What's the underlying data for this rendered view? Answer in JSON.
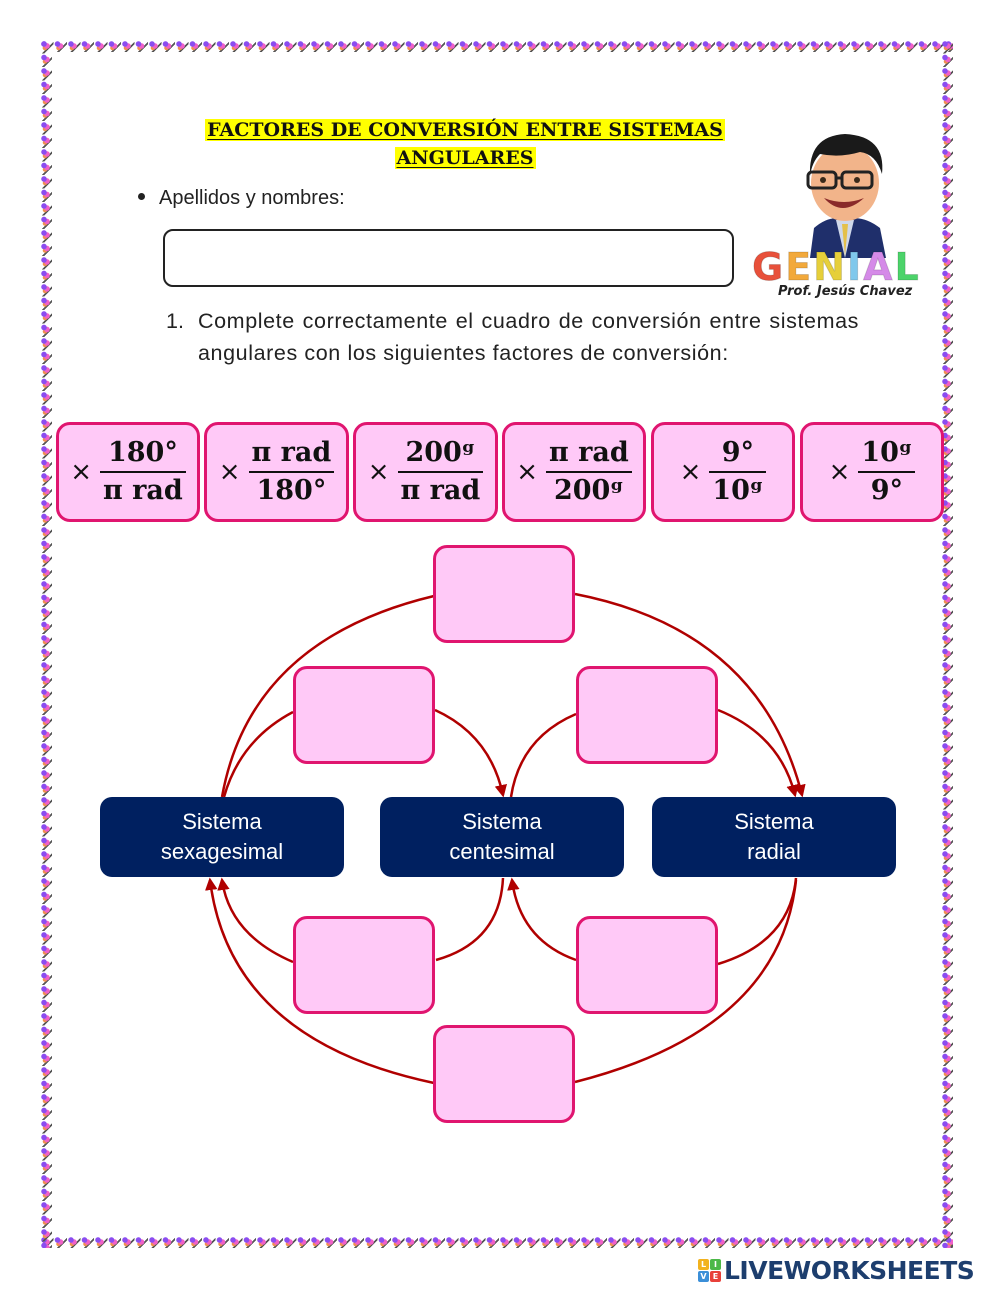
{
  "header": {
    "title_line1": "FACTORES DE CONVERSIÓN ENTRE SISTEMAS",
    "title_line2": "ANGULARES",
    "title_highlight_color": "#ffff00"
  },
  "branding": {
    "avatar_icon": "teacher-avatar-icon",
    "logo_letters": [
      "G",
      "E",
      "N",
      "I",
      "A",
      "L"
    ],
    "logo_colors": [
      "#e8503a",
      "#f2a93b",
      "#f7e14a",
      "#8ed6f0",
      "#d58ae8",
      "#4cd36a"
    ],
    "author": "Prof. Jesús Chavez"
  },
  "form": {
    "name_label": "Apellidos y nombres:",
    "name_value": "",
    "name_placeholder": ""
  },
  "question": {
    "number": "1.",
    "text": "Complete correctamente el cuadro de conversión entre sistemas angulares con los siguientes factores de conversión:"
  },
  "factors": [
    {
      "operator": "×",
      "numerator": "180°",
      "denominator": "π rad"
    },
    {
      "operator": "×",
      "numerator": "π rad",
      "denominator": "180°"
    },
    {
      "operator": "×",
      "numerator": "200ᵍ",
      "denominator": "π rad"
    },
    {
      "operator": "×",
      "numerator": "π rad",
      "denominator": "200ᵍ"
    },
    {
      "operator": "×",
      "numerator": "9°",
      "denominator": "10ᵍ"
    },
    {
      "operator": "×",
      "numerator": "10ᵍ",
      "denominator": "9°"
    }
  ],
  "diagram": {
    "systems": [
      {
        "line1": "Sistema",
        "line2": "sexagesimal"
      },
      {
        "line1": "Sistema",
        "line2": "centesimal"
      },
      {
        "line1": "Sistema",
        "line2": "radial"
      }
    ],
    "blank_slots": [
      {
        "id": "top",
        "value": ""
      },
      {
        "id": "upper-left",
        "value": ""
      },
      {
        "id": "upper-right",
        "value": ""
      },
      {
        "id": "lower-left",
        "value": ""
      },
      {
        "id": "lower-right",
        "value": ""
      },
      {
        "id": "bottom",
        "value": ""
      }
    ],
    "colors": {
      "system_box": "#002060",
      "slot_fill": "#ffc9f7",
      "slot_border": "#e0156f",
      "arrow": "#b00000"
    }
  },
  "footer": {
    "logo_tiles": [
      "L",
      "I",
      "V",
      "E"
    ],
    "logo_text": "LIVEWORKSHEETS"
  }
}
